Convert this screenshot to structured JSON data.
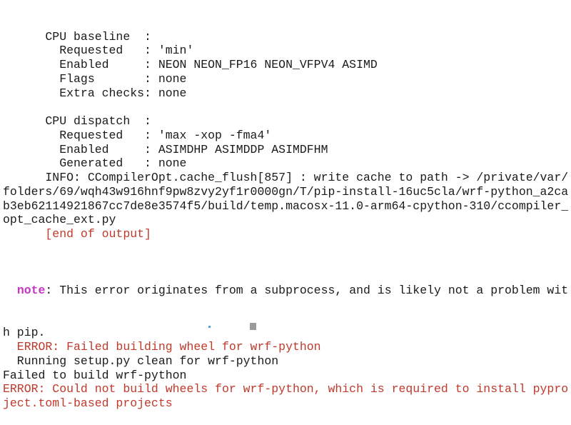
{
  "terminal": {
    "lines": [
      {
        "text": "      CPU baseline  :",
        "style": "normal"
      },
      {
        "text": "        Requested   : 'min'",
        "style": "normal"
      },
      {
        "text": "        Enabled     : NEON NEON_FP16 NEON_VFPV4 ASIMD",
        "style": "normal"
      },
      {
        "text": "        Flags       : none",
        "style": "normal"
      },
      {
        "text": "        Extra checks: none",
        "style": "normal"
      },
      {
        "text": "",
        "style": "normal"
      },
      {
        "text": "      CPU dispatch  :",
        "style": "normal"
      },
      {
        "text": "        Requested   : 'max -xop -fma4'",
        "style": "normal"
      },
      {
        "text": "        Enabled     : ASIMDHP ASIMDDP ASIMDFHM",
        "style": "normal"
      },
      {
        "text": "        Generated   : none",
        "style": "normal"
      },
      {
        "text": "      INFO: CCompilerOpt.cache_flush[857] : write cache to path -> /private/var/",
        "style": "normal"
      },
      {
        "text": "folders/69/wqh43w916hnf9pw8zvy2yf1r0000gn/T/pip-install-16uc5cla/wrf-python_a2ca",
        "style": "normal"
      },
      {
        "text": "b3eb62114921867cc7de8e3574f5/build/temp.macosx-11.0-arm64-cpython-310/ccompiler_",
        "style": "normal"
      },
      {
        "text": "opt_cache_ext.py",
        "style": "normal"
      },
      {
        "text": "      [end of output]",
        "style": "red"
      },
      {
        "text": "",
        "style": "normal"
      }
    ],
    "note_prefix": "  ",
    "note_label": "note",
    "note_text": ": This error originates from a subprocess, and is likely not a problem wit",
    "lines_after": [
      {
        "text": "h pip.",
        "style": "normal"
      },
      {
        "text": "  ERROR: Failed building wheel for wrf-python",
        "style": "red"
      },
      {
        "text": "  Running setup.py clean for wrf-python",
        "style": "normal"
      },
      {
        "text": "Failed to build wrf-python",
        "style": "normal"
      },
      {
        "text": "ERROR: Could not build wheels for wrf-python, which is required to install pypro",
        "style": "red"
      },
      {
        "text": "ject.toml-based projects",
        "style": "red"
      }
    ],
    "colors": {
      "error": "#c0392b",
      "note": "#c536c5",
      "text": "#1a1a1a"
    }
  }
}
